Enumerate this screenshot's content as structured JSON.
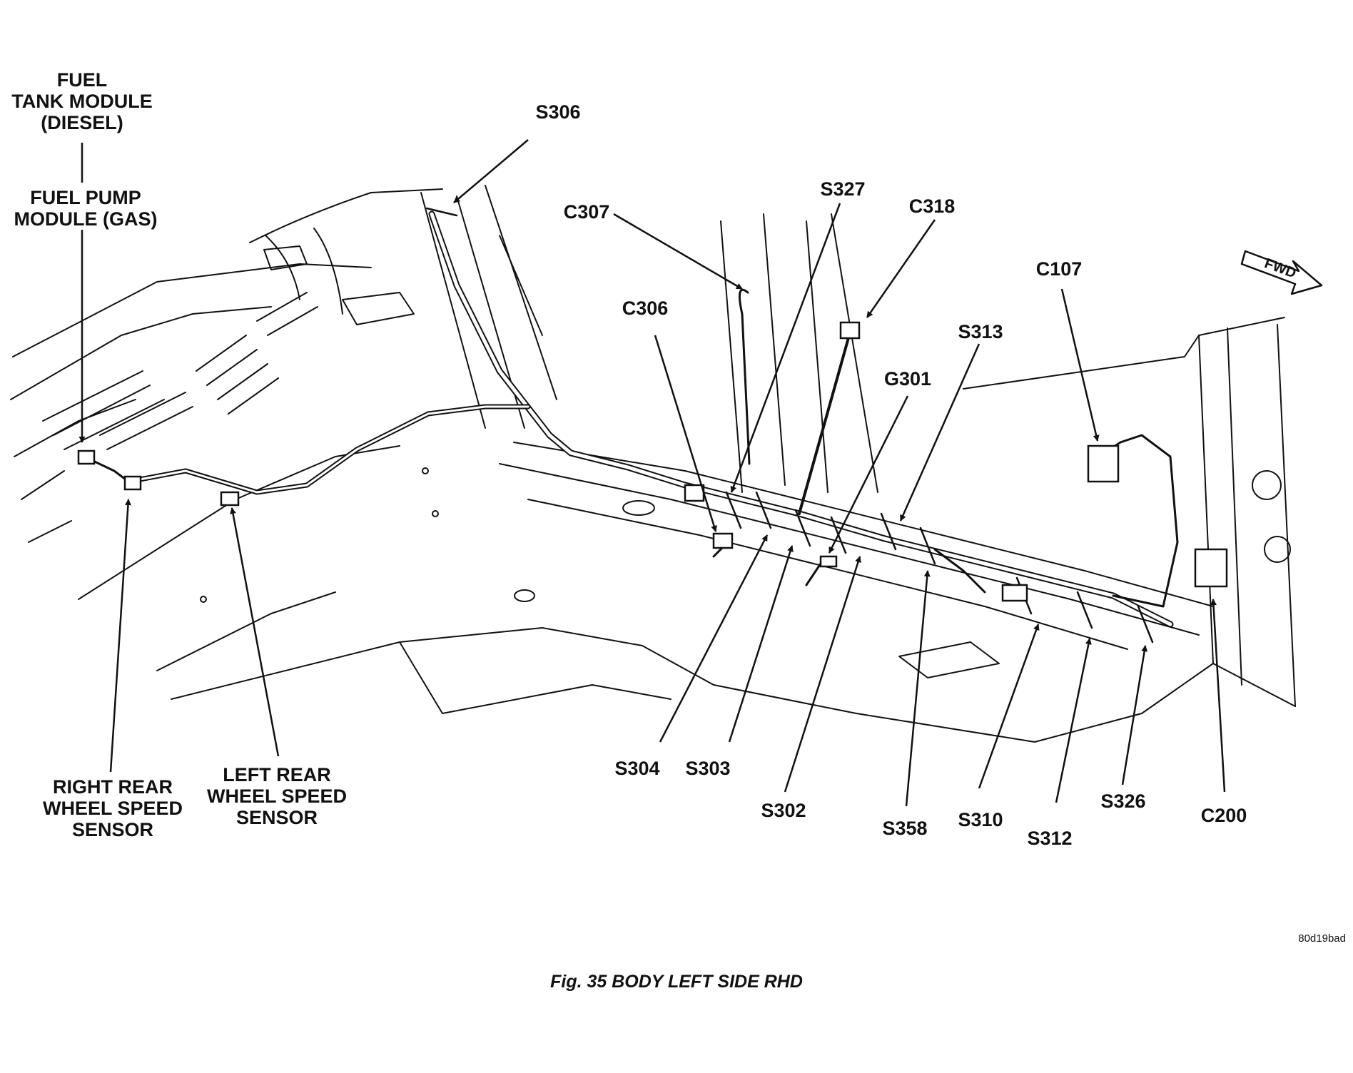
{
  "figure": {
    "caption": "Fig. 35 BODY LEFT SIDE RHD",
    "image_code": "80d19bad",
    "direction_label": "FWD"
  },
  "labels": {
    "fuel_tank_module": [
      "FUEL",
      "TANK MODULE",
      "(DIESEL)"
    ],
    "fuel_pump_module": [
      "FUEL PUMP",
      "MODULE (GAS)"
    ],
    "right_rear_wss": [
      "RIGHT REAR",
      "WHEEL SPEED",
      "SENSOR"
    ],
    "left_rear_wss": [
      "LEFT REAR",
      "WHEEL SPEED",
      "SENSOR"
    ],
    "s306": "S306",
    "c307": "C307",
    "s327": "S327",
    "c318": "C318",
    "c306": "C306",
    "c107": "C107",
    "s313": "S313",
    "g301": "G301",
    "s304": "S304",
    "s303": "S303",
    "s302": "S302",
    "s358": "S358",
    "s310": "S310",
    "s312": "S312",
    "s326": "S326",
    "c200": "C200"
  },
  "colors": {
    "ink": "#111111",
    "paper": "#ffffff"
  }
}
